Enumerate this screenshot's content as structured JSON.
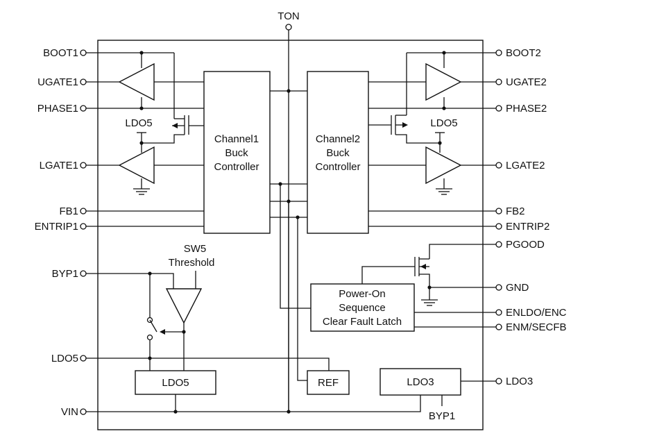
{
  "pins": {
    "ton": "TON",
    "boot1": "BOOT1",
    "ugate1": "UGATE1",
    "phase1": "PHASE1",
    "lgate1": "LGATE1",
    "fb1": "FB1",
    "entrip1": "ENTRIP1",
    "byp1": "BYP1",
    "ldo5": "LDO5",
    "vin": "VIN",
    "boot2": "BOOT2",
    "ugate2": "UGATE2",
    "phase2": "PHASE2",
    "lgate2": "LGATE2",
    "fb2": "FB2",
    "entrip2": "ENTRIP2",
    "pgood": "PGOOD",
    "gnd": "GND",
    "enldo": "ENLDO/ENC",
    "enm": "ENM/SECFB",
    "ldo3": "LDO3"
  },
  "blocks": {
    "ch1": [
      "Channel1",
      "Buck",
      "Controller"
    ],
    "ch2": [
      "Channel2",
      "Buck",
      "Controller"
    ],
    "poweron": [
      "Power-On",
      "Sequence",
      "Clear Fault Latch"
    ],
    "ldo5_block": "LDO5",
    "ref_block": "REF",
    "ldo3_block": "LDO3"
  },
  "internal_labels": {
    "ldo5_supply_left": "LDO5",
    "ldo5_supply_right": "LDO5",
    "sw5": "SW5",
    "threshold": "Threshold",
    "byp1_internal": "BYP1"
  }
}
